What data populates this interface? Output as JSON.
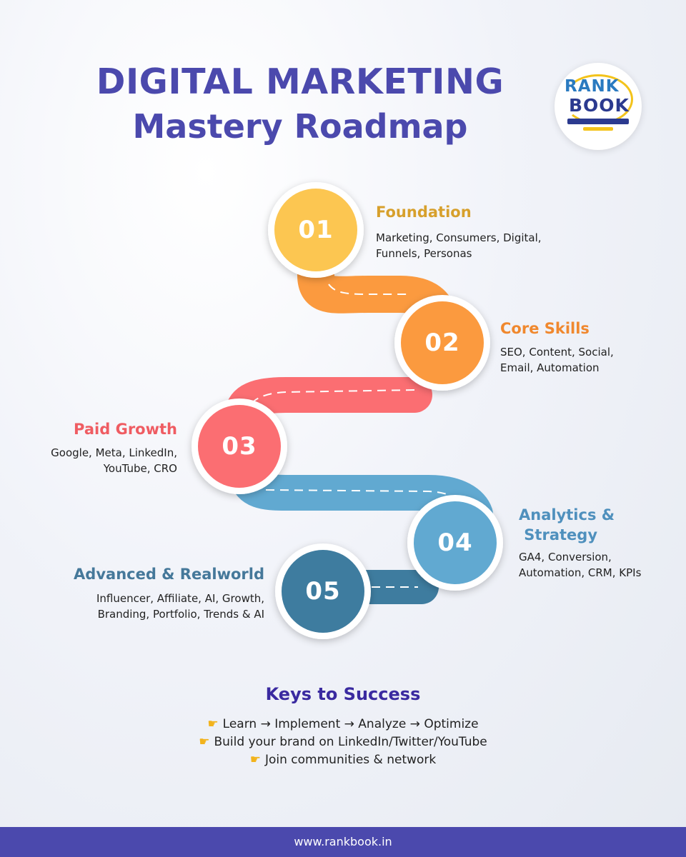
{
  "title": {
    "line1": "DIGITAL MARKETING",
    "line2": "Mastery Roadmap"
  },
  "logo": {
    "word1": "RANK",
    "word2": "BOOK"
  },
  "steps": [
    {
      "number": "01",
      "title": "Foundation",
      "desc": "Marketing, Consumers, Digital,\nFunnels, Personas",
      "color": "#fcc651",
      "text_color": "#d7a02c"
    },
    {
      "number": "02",
      "title": "Core Skills",
      "desc": "SEO, Content, Social,\nEmail, Automation",
      "color": "#fb9a3f",
      "text_color": "#f0882e"
    },
    {
      "number": "03",
      "title": "Paid Growth",
      "desc": "Google, Meta, LinkedIn,\nYouTube, CRO",
      "color": "#fb6e72",
      "text_color": "#ef5c62"
    },
    {
      "number": "04",
      "title": "Analytics &\n Strategy",
      "desc": "GA4, Conversion,\nAutomation, CRM, KPIs",
      "color": "#61a9d1",
      "text_color": "#4f90bd"
    },
    {
      "number": "05",
      "title": "Advanced & Realworld",
      "desc": "Influencer, Affiliate, AI, Growth,\nBranding,  Portfolio, Trends & AI",
      "color": "#3e7c9f",
      "text_color": "#45789a"
    }
  ],
  "keys": {
    "title": "Keys to Success",
    "items": [
      "Learn → Implement → Analyze → Optimize",
      "Build your brand on LinkedIn/Twitter/YouTube",
      "Join communities & network"
    ]
  },
  "footer": {
    "url": "www.rankbook.in"
  },
  "colors": {
    "brand": "#4b49ad",
    "keys_title": "#3a2aa0"
  }
}
